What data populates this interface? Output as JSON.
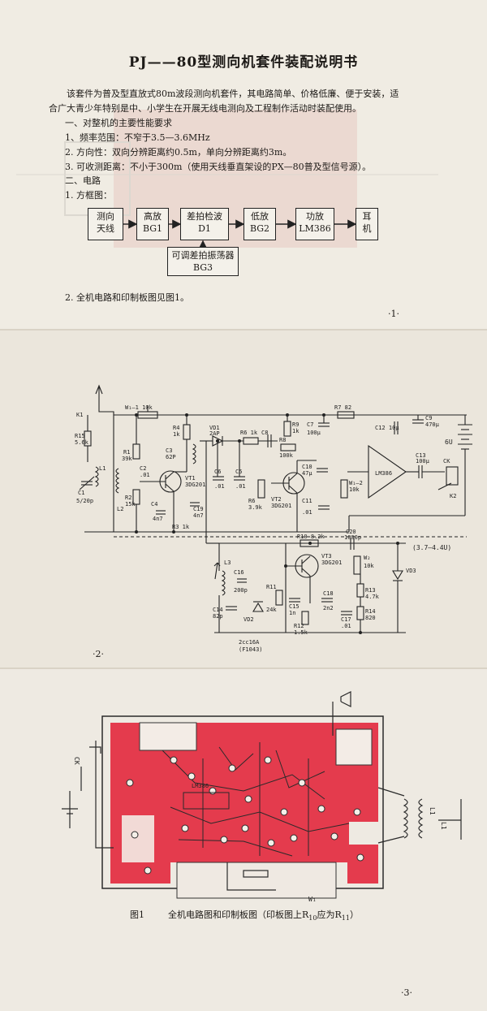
{
  "page1": {
    "title": "PJ——80型测向机套件装配说明书",
    "intro_line1": "该套件为普及型直放式80m波段测向机套件，其电路简单、价格低廉、便于安装，适",
    "intro_line2": "合广大青少年特别是中、小学生在开展无线电测向及工程制作活动时装配使用。",
    "section1_heading": "一、对整机的主要性能要求",
    "spec1": "1、频率范围：不窄于3.5—3.6MHz",
    "spec2": "2. 方向性：双向分辨距离约0.5m，单向分辨距离约3m。",
    "spec3": "3. 可收测距离：不小于300m（使用天线垂直架设的PX—80普及型信号源）。",
    "section2_heading": "二、电路",
    "block_heading": "1. 方框图：",
    "blocks": [
      {
        "l1": "测向",
        "l2": "天线"
      },
      {
        "l1": "高放",
        "l2": "BG1"
      },
      {
        "l1": "差拍检波",
        "l2": "D1"
      },
      {
        "l1": "低放",
        "l2": "BG2"
      },
      {
        "l1": "功放",
        "l2": "LM386"
      },
      {
        "l1": "耳",
        "l2": "机"
      }
    ],
    "osc_block": {
      "l1": "可调差拍振荡器",
      "l2": "BG3"
    },
    "circuit_ref": "2. 全机电路和印制板图见图1。",
    "page_number": "·1·"
  },
  "page2": {
    "page_number": "·2·",
    "labels": {
      "w1": "W₁—1 10k",
      "r7": "R7 82",
      "k1": "K1",
      "r15": "R15",
      "r15v": "5.6k",
      "r4": "R4",
      "r4v": "1k",
      "vd1": "VD1",
      "vd1v": "2AP",
      "r6": "R6 1k",
      "c8": "C8",
      "r9": "R9",
      "r9v": "1k",
      "r8": "R8",
      "r8v": "100k",
      "c7": "C7",
      "c7v": "100μ",
      "c12": "C12 10μ",
      "c9": "C9",
      "c9v": "470μ",
      "c13": "C13",
      "c13v": "100μ",
      "bat": "6U",
      "ck": "CK",
      "k2": "K2",
      "lm386": "LM386",
      "w1b": "W₁—2",
      "w1bv": "10k",
      "c10": "C10",
      "c10v": "47μ",
      "vt2": "VT2",
      "vt2v": "3DG201",
      "c11": "C11",
      "c11v": ".01",
      "r6b": "R6",
      "r6bv": "3.9k",
      "c6": "C6",
      "c6v": ".01",
      "c5": "C5",
      "c5v": ".01",
      "vt1": "VT1",
      "vt1v": "3DG201",
      "c3": "C3",
      "c3v": "62P",
      "c19": "C19",
      "c19v": "4n7",
      "c4": "C4",
      "c4v": "4n7",
      "r1": "R1",
      "r1v": "39k",
      "c2": "C2",
      "c2v": ".01",
      "r2": "R2",
      "r2v": "15k",
      "l1": "L1",
      "c1": "C1",
      "c1v": "5/20p",
      "l2": "L2",
      "r3": "R3 1k",
      "r10": "R10 8.2k",
      "c20": "C20",
      "c20v": "1000p",
      "range": "(3.7—4.4U)",
      "vt3": "VT3",
      "vt3v": "3DG201",
      "w2": "W₂",
      "w2v": "10k",
      "vd3": "VD3",
      "l3": "L3",
      "c16": "C16",
      "c16v": "200p",
      "r11": "R11",
      "r11v": "24k",
      "c18": "C18",
      "c18v": "2n2",
      "r13": "R13",
      "r13v": "4.7k",
      "r14": "R14",
      "r14v": "820",
      "c14": "C14",
      "c14v": "82p",
      "c15": "C15",
      "c15v": "1n",
      "r12": "R12",
      "r12v": "1.5k",
      "c17": "C17",
      "c17v": ".01",
      "vd2": "VD2",
      "vd2v1": "2cc16A",
      "vd2v2": "(F1043)"
    }
  },
  "page3": {
    "caption_prefix": "图1",
    "caption_main": "全机电路图和印制板图（印板图上R",
    "caption_sub1": "10",
    "caption_mid": "应为R",
    "caption_sub2": "11",
    "caption_end": "）",
    "page_number": "·3·",
    "pcb_labels": {
      "lm386": "LM386",
      "ck": "CK",
      "l1a": "L1",
      "l1b": "L1",
      "w1": "W₁"
    }
  }
}
